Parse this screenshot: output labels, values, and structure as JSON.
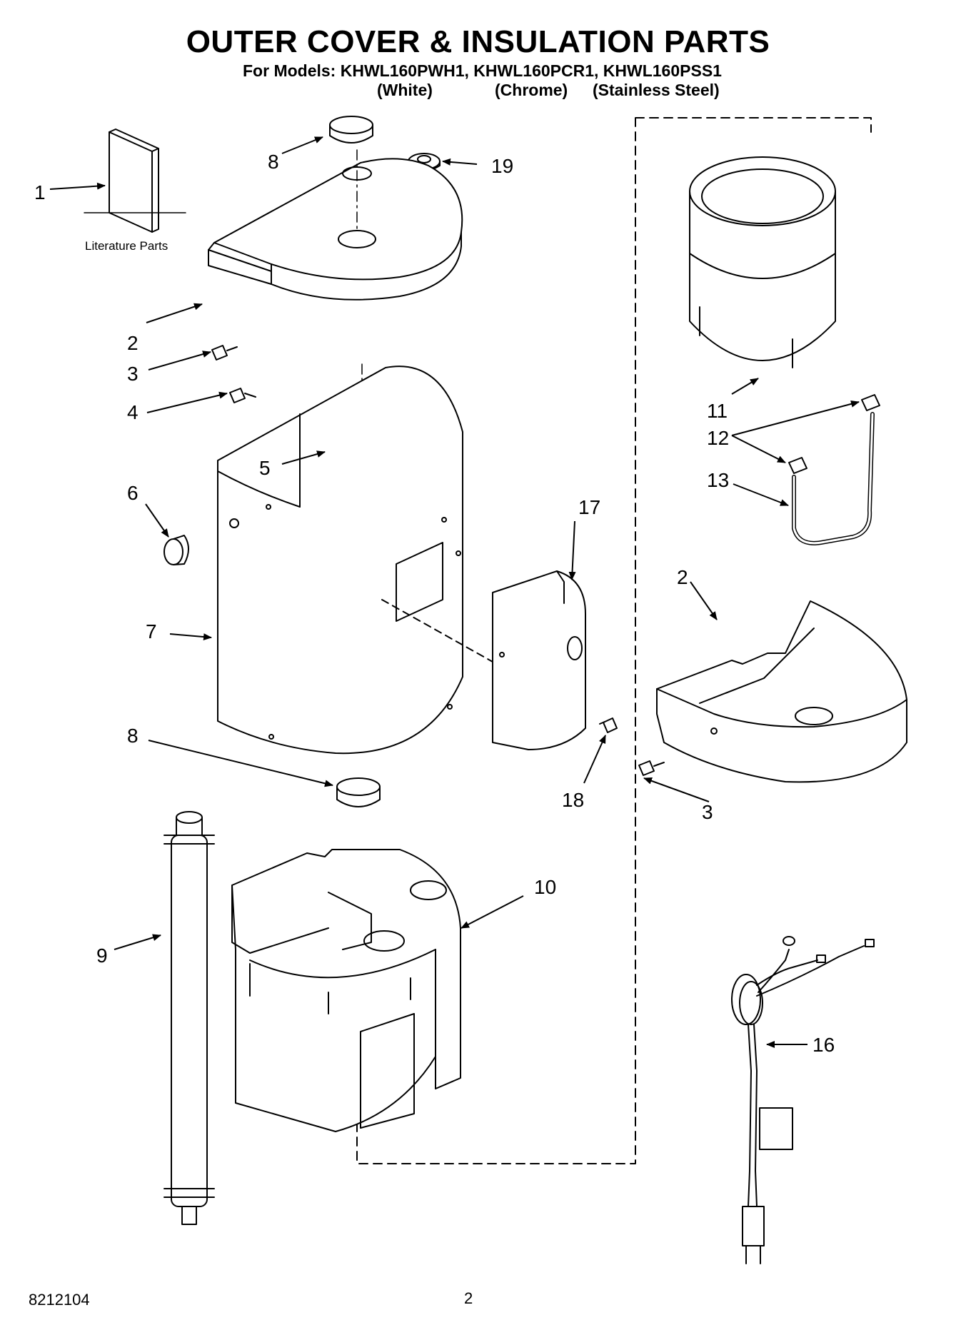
{
  "header": {
    "title": "OUTER COVER & INSULATION PARTS",
    "models_line": "For Models: KHWL160PWH1, KHWL160PCR1, KHWL160PSS1",
    "variants": [
      "(White)",
      "(Chrome)",
      "(Stainless Steel)"
    ]
  },
  "callouts": {
    "c1": "1",
    "c2a": "2",
    "c2b": "2",
    "c3a": "3",
    "c3b": "3",
    "c4": "4",
    "c5": "5",
    "c6": "6",
    "c7": "7",
    "c8a": "8",
    "c8b": "8",
    "c9": "9",
    "c10": "10",
    "c11": "11",
    "c12": "12",
    "c13": "13",
    "c16": "16",
    "c17": "17",
    "c18": "18",
    "c19": "19"
  },
  "literature_label": "Literature Parts",
  "footer": {
    "doc_number": "8212104",
    "page_number": "2"
  }
}
